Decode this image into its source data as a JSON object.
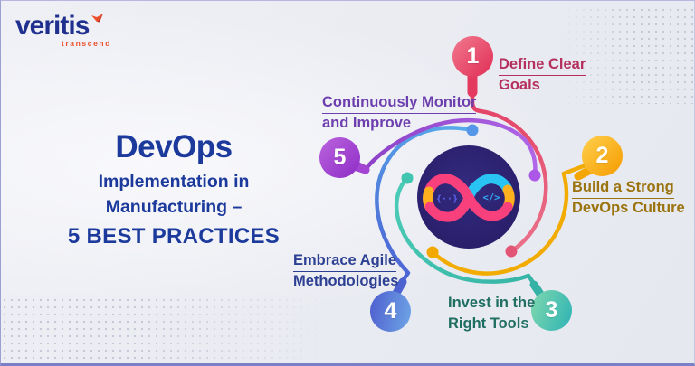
{
  "brand": {
    "name": "veritis",
    "tagline": "transcend",
    "name_color": "#20308e",
    "tagline_color": "#ee4e2b"
  },
  "title": {
    "line1": "DevOps",
    "line2": "Implementation in",
    "line3": "Manufacturing –",
    "line4": "5 BEST PRACTICES",
    "color": "#1c3a9c"
  },
  "center": {
    "left_icon": "{··}",
    "right_icon": "</>",
    "circle_color": "#2b2172",
    "infinity_colors": [
      "#f8417c",
      "#ffb01f",
      "#29c3f4"
    ]
  },
  "items": [
    {
      "number": "1",
      "label": [
        "Define Clear",
        "Goals"
      ],
      "circle_from": "#f2798f",
      "circle_to": "#e02e56",
      "line_color": "#e2516f",
      "dot_color": "#e25577",
      "text_color": "#b5305c"
    },
    {
      "number": "2",
      "label": [
        "Build a Strong",
        "DevOps Culture"
      ],
      "circle_from": "#ffd04d",
      "circle_to": "#f59b00",
      "line_color": "#f2ab00",
      "dot_color": "#f3a800",
      "text_color": "#9b7410"
    },
    {
      "number": "3",
      "label": [
        "Invest in the",
        "Right Tools"
      ],
      "circle_from": "#80d8ae",
      "circle_to": "#2db3b4",
      "line_color": "#3cbfab",
      "dot_color": "#41c5b1",
      "text_color": "#1f6e62"
    },
    {
      "number": "4",
      "label": [
        "Embrace Agile",
        "Methodologies"
      ],
      "circle_from": "#4f5ecf",
      "circle_to": "#6ea6e6",
      "line_color": "#4c6fd8",
      "dot_color": "#5596e8",
      "text_color": "#2c3f92"
    },
    {
      "number": "5",
      "label": [
        "Continuously Monitor",
        "and Improve"
      ],
      "circle_from": "#bb64de",
      "circle_to": "#8d2cc6",
      "line_color": "#a04fd6",
      "dot_color": "#ab57e8",
      "text_color": "#6d3fae"
    }
  ]
}
